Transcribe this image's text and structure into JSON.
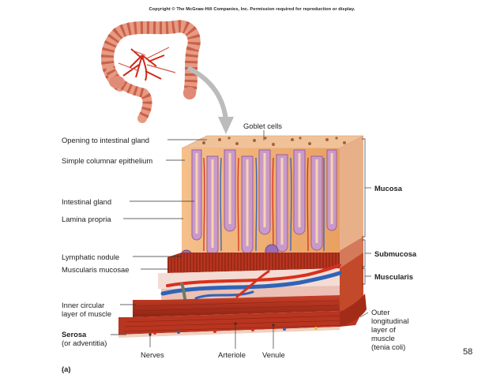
{
  "copyright": "Copyright © The McGraw-Hill Companies, Inc. Permission required for reproduction or display.",
  "labels": {
    "goblet_cells": "Goblet cells",
    "opening": "Opening to intestinal gland",
    "simple_columnar": "Simple columnar epithelium",
    "intestinal_gland": "Intestinal gland",
    "lamina_propria": "Lamina propria",
    "lymphatic_nodule": "Lymphatic nodule",
    "muscularis_mucosae": "Muscularis mucosae",
    "inner_circular_1": "Inner circular",
    "inner_circular_2": "layer of muscle",
    "serosa": "Serosa",
    "adventitia": "(or adventitia)",
    "nerves": "Nerves",
    "arteriole": "Arteriole",
    "venule": "Venule",
    "mucosa": "Mucosa",
    "submucosa": "Submucosa",
    "muscularis": "Muscularis",
    "outer_1": "Outer",
    "outer_2": "longitudinal",
    "outer_3": "layer of",
    "outer_4": "muscle",
    "outer_5": "(tenia coli)",
    "panel": "(a)"
  },
  "page_number": "58",
  "colors": {
    "muscle": "#b8341f",
    "epithelium": "#c998c8",
    "lamina": "#f2b27a",
    "artery": "#d8301e",
    "vein": "#2f63b8"
  }
}
